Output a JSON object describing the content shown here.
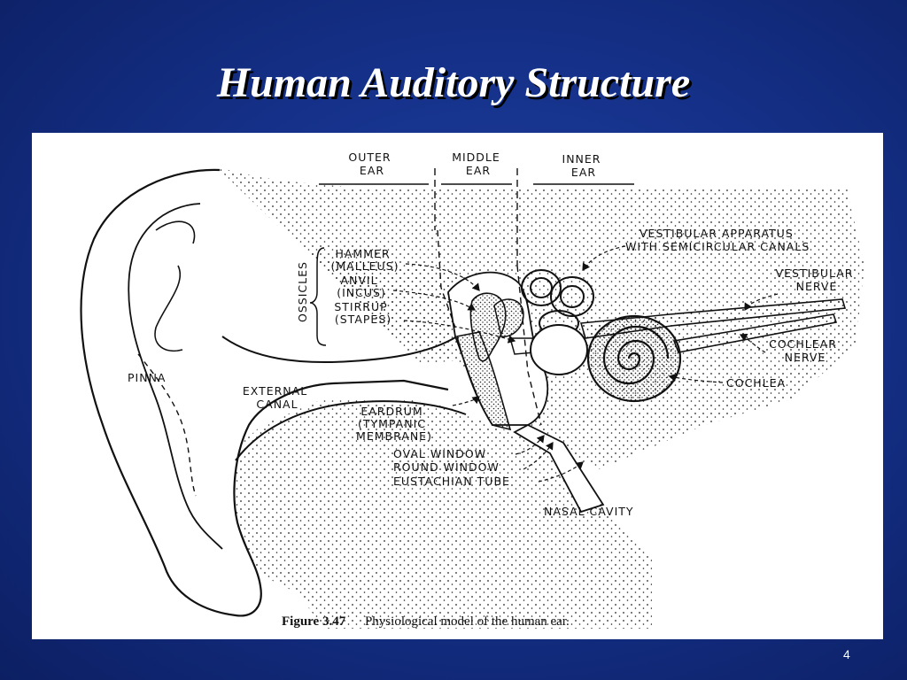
{
  "slide": {
    "title": "Human Auditory Structure",
    "page_number": "4"
  },
  "figure": {
    "section_labels": {
      "outer": [
        "OUTER",
        "EAR"
      ],
      "middle": [
        "MIDDLE",
        "EAR"
      ],
      "inner": [
        "INNER",
        "EAR"
      ]
    },
    "labels": {
      "ossicles": "OSSICLES",
      "hammer": [
        "HAMMER",
        "(MALLEUS)"
      ],
      "anvil": [
        "ANVIL",
        "(INCUS)"
      ],
      "stirrup": [
        "STIRRUP",
        "(STAPES)"
      ],
      "vestibular_apparatus": [
        "VESTIBULAR APPARATUS",
        "WITH SEMICIRCULAR CANALS"
      ],
      "vestibular_nerve": [
        "VESTIBULAR",
        "NERVE"
      ],
      "cochlear_nerve": [
        "COCHLEAR",
        "NERVE"
      ],
      "cochlea": "COCHLEA",
      "pinna": "PINNA",
      "external_canal": [
        "EXTERNAL",
        "CANAL"
      ],
      "eardrum": [
        "EARDRUM",
        "(TYMPANIC",
        "MEMBRANE)"
      ],
      "oval_window": "OVAL WINDOW",
      "round_window": "ROUND WINDOW",
      "eustachian_tube": "EUSTACHIAN TUBE",
      "nasal_cavity": "NASAL CAVITY"
    },
    "caption_number": "Figure 3.47",
    "caption_text": "Physiological model of the human ear."
  }
}
